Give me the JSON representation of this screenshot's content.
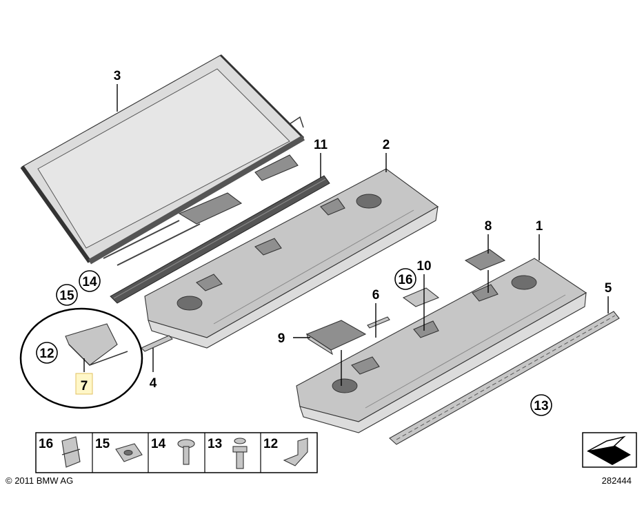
{
  "callouts": {
    "n1": "1",
    "n2": "2",
    "n3": "3",
    "n4": "4",
    "n5": "5",
    "n6": "6",
    "n7": "7",
    "n8": "8",
    "n9": "9",
    "n10": "10",
    "n11": "11",
    "n12": "12",
    "n13": "13",
    "n14": "14",
    "n15": "15",
    "n16": "16"
  },
  "fastener_strip": [
    "16",
    "15",
    "14",
    "13",
    "12"
  ],
  "copyright": "© 2011 BMW AG",
  "drawing_number": "282444",
  "colors": {
    "part_fill": "#c6c6c6",
    "outline": "#333333",
    "highlight_box": "#fff7c8"
  }
}
